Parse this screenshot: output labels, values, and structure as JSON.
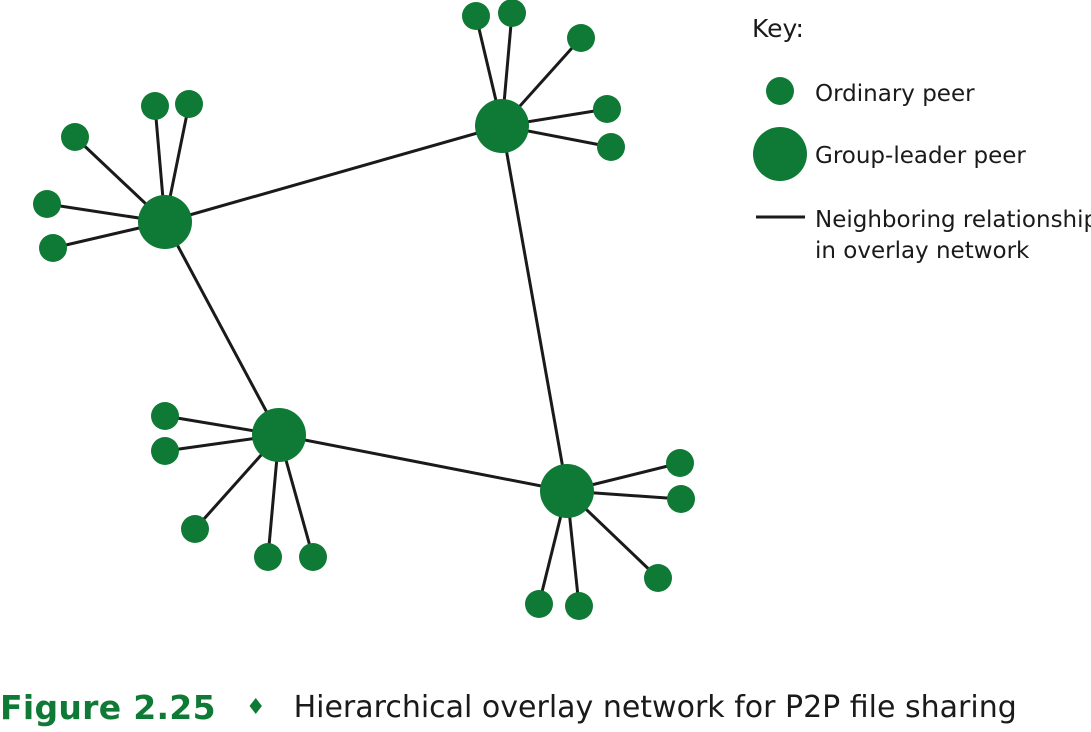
{
  "colors": {
    "peer": "#0f7a35",
    "line": "#1a1a1a",
    "caption_label": "#0f7a35"
  },
  "key": {
    "title": "Key:",
    "ordinary": "Ordinary peer",
    "leader": "Group-leader peer",
    "relation_line1": "Neighboring relationships",
    "relation_line2": "in overlay network"
  },
  "caption": {
    "label": "Figure 2.25",
    "separator": "♦",
    "title": "Hierarchical overlay network for P2P file sharing"
  }
}
